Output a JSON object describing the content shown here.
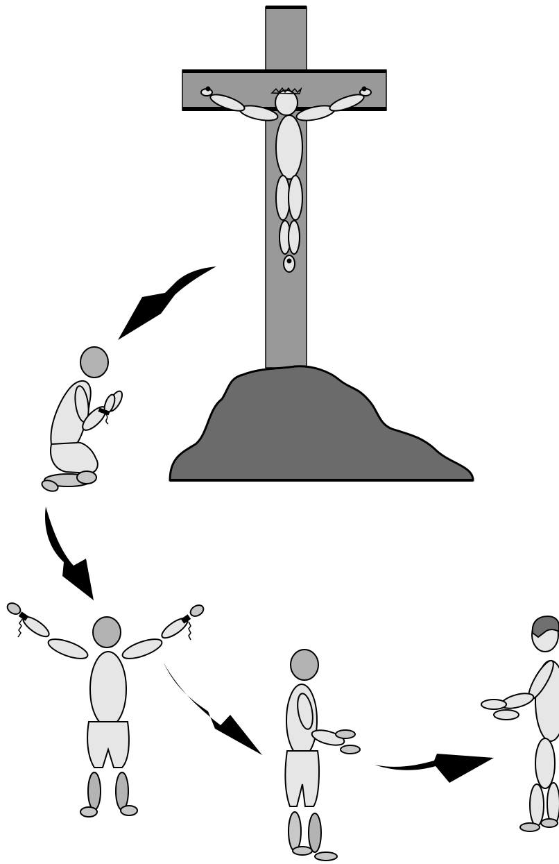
{
  "scene": {
    "kind": "illustration",
    "figures": [
      {
        "id": "crucified-figure",
        "pose": "on-cross"
      },
      {
        "id": "kneeling-figure",
        "pose": "praying-chained"
      },
      {
        "id": "freed-figure",
        "pose": "arms-raised-broken-chains"
      },
      {
        "id": "walking-figure",
        "pose": "reaching-out"
      },
      {
        "id": "receiving-figure",
        "pose": "reaching-back"
      }
    ],
    "arrows": 4
  },
  "colors": {
    "cross": "#999999",
    "hill": "#6b6b6b",
    "limb_light": "#e6e6e6",
    "limb_mid": "#c8c8c8",
    "head": "#b3b3b3",
    "hair": "#707070",
    "outline": "#000000",
    "background": "#ffffff"
  }
}
